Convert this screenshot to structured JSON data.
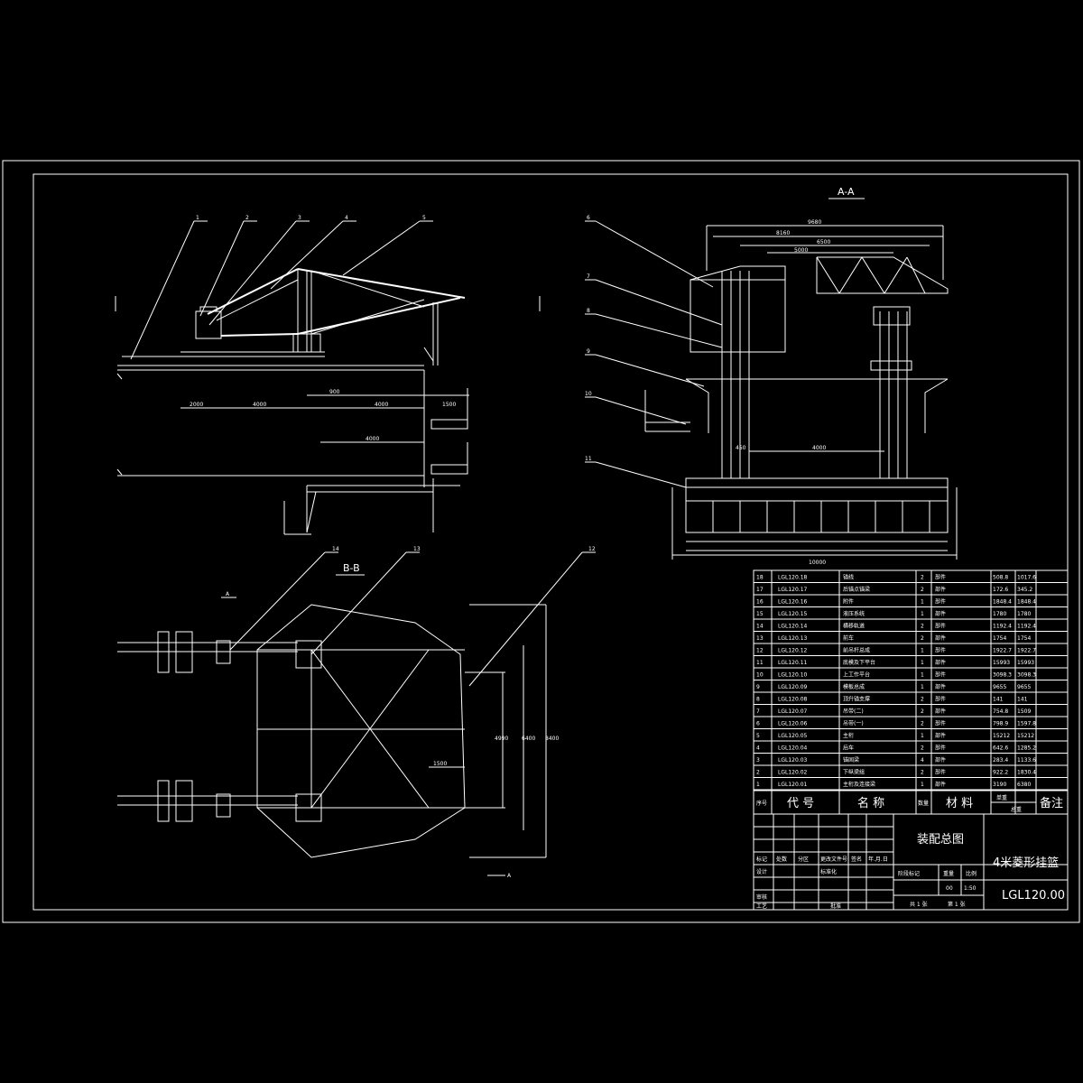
{
  "views": {
    "aa_label": "A-A",
    "bb_label": "B-B"
  },
  "callouts": {
    "side": [
      "1",
      "2",
      "3",
      "4",
      "5"
    ],
    "section_aa": [
      "6",
      "7",
      "8",
      "9",
      "10",
      "11"
    ],
    "plan_bb": [
      "14",
      "13",
      "12"
    ]
  },
  "bom": {
    "rows": [
      [
        "18",
        "LGL120.18",
        "锚线",
        "2",
        "部件",
        "508.8",
        "1017.6"
      ],
      [
        "17",
        "LGL120.17",
        "后锚点锚梁",
        "2",
        "部件",
        "172.6",
        "345.2"
      ],
      [
        "16",
        "LGL120.16",
        "附件",
        "1",
        "部件",
        "1848.4",
        "1848.4"
      ],
      [
        "15",
        "LGL120.15",
        "液压系统",
        "1",
        "部件",
        "1780",
        "1780"
      ],
      [
        "14",
        "LGL120.14",
        "横移轨道",
        "2",
        "部件",
        "1192.4",
        "1192.4"
      ],
      [
        "13",
        "LGL120.13",
        "前车",
        "2",
        "部件",
        "1754",
        "1754"
      ],
      [
        "12",
        "LGL120.12",
        "前吊杆总成",
        "1",
        "部件",
        "1922.7",
        "1922.7"
      ],
      [
        "11",
        "LGL120.11",
        "底模及下平台",
        "1",
        "部件",
        "15993",
        "15993"
      ],
      [
        "10",
        "LGL120.10",
        "上工作平台",
        "1",
        "部件",
        "3098.3",
        "3098.3"
      ],
      [
        "9",
        "LGL120.09",
        "模板总成",
        "1",
        "部件",
        "9655",
        "9655"
      ],
      [
        "8",
        "LGL120.08",
        "顶升锚支撑",
        "2",
        "部件",
        "141",
        "141"
      ],
      [
        "7",
        "LGL120.07",
        "吊带(二)",
        "2",
        "部件",
        "754.8",
        "1509"
      ],
      [
        "6",
        "LGL120.06",
        "吊带(一)",
        "2",
        "部件",
        "798.9",
        "1597.8"
      ],
      [
        "5",
        "LGL120.05",
        "主桁",
        "1",
        "部件",
        "15212",
        "15212"
      ],
      [
        "4",
        "LGL120.04",
        "后车",
        "2",
        "部件",
        "642.6",
        "1285.2"
      ],
      [
        "3",
        "LGL120.03",
        "锚固梁",
        "4",
        "部件",
        "283.4",
        "1133.6"
      ],
      [
        "2",
        "LGL120.02",
        "下纵梁组",
        "2",
        "部件",
        "922.2",
        "1830.4"
      ],
      [
        "1",
        "LGL120.01",
        "主桁及连接梁",
        "1",
        "部件",
        "3190",
        "6380"
      ]
    ],
    "header": {
      "no": "序号",
      "code": "代  号",
      "name": "名  称",
      "qty": "数量",
      "material": "材  料",
      "unit_weight": "单重",
      "total_weight": "总重",
      "remarks": "备注"
    }
  },
  "title_block": {
    "drawing_name": "装配总图",
    "project": "4米菱形挂篮",
    "drawing_no": "LGL120.00",
    "scale": "1:50",
    "sheet": "00",
    "sheets_total": "共 1 张",
    "sheet_no": "第 1 张",
    "labels": [
      "标记",
      "处数",
      "分区",
      "更改文件号",
      "签名",
      "年.月.日"
    ],
    "role_labels": [
      "设计",
      "标准化",
      "审核",
      "工艺",
      "批准"
    ],
    "stage_labels": [
      "阶段标记",
      "重量",
      "比例"
    ]
  }
}
